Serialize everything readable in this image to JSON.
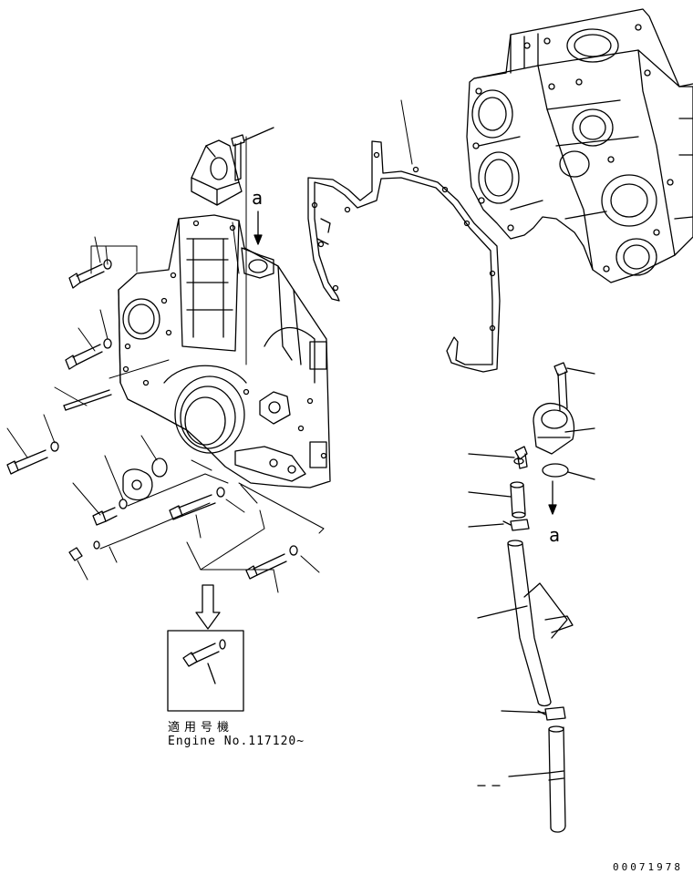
{
  "diagram": {
    "arrow_label_left": "a",
    "arrow_label_right": "a",
    "applicability_label": "適用号機",
    "engine_serial": "Engine No.117120~",
    "drawing_code": "00071978",
    "colors": {
      "line": "#000000",
      "background": "#ffffff"
    }
  }
}
